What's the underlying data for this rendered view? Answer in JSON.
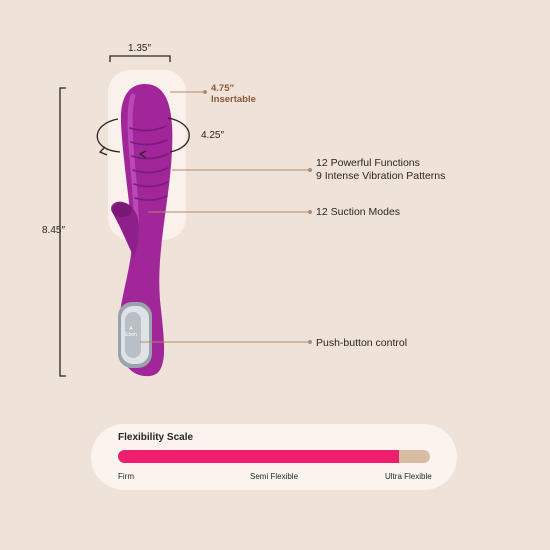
{
  "dimensions": {
    "width": "1.35″",
    "height": "8.45″",
    "circumference": "4.25″",
    "insertable_length": "4.75″",
    "insertable_label": "Insertable"
  },
  "features": {
    "functions": "12 Powerful Functions",
    "patterns": "9 Intense Vibration Patterns",
    "suction": "12 Suction Modes",
    "control": "Push-button control"
  },
  "brand": {
    "logo_top": "A",
    "logo_bottom": "Eben"
  },
  "flexibility": {
    "title": "Flexibility Scale",
    "level_fraction": 0.9,
    "labels": [
      "Firm",
      "Semi Flexible",
      "Ultra Flexible"
    ]
  },
  "colors": {
    "background": "#efe2d8",
    "product": "#a0269a",
    "scale_fill": "#f01e6e",
    "scale_track": "#d9bca4"
  }
}
